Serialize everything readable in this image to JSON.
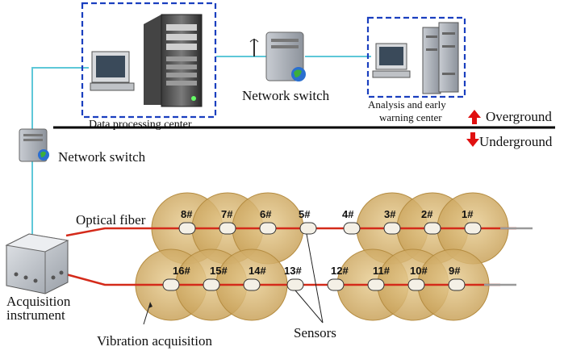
{
  "labels": {
    "data_processing_center": "Data processing center",
    "network_switch_top": "Network switch",
    "analysis_line1": "Analysis and early",
    "analysis_line2": "warning center",
    "overground": "Overground",
    "underground": "Underground",
    "network_switch_left": "Network switch",
    "optical_fiber": "Optical fiber",
    "acquisition_line1": "Acquisition",
    "acquisition_line2": "instrument",
    "vibration_acquisition": "Vibration acquisition",
    "sensors": "Sensors"
  },
  "sensors_top": [
    "8#",
    "7#",
    "6#",
    "5#",
    "4#",
    "3#",
    "2#",
    "1#"
  ],
  "sensors_bottom": [
    "16#",
    "15#",
    "14#",
    "13#",
    "12#",
    "11#",
    "10#",
    "9#"
  ],
  "colors": {
    "zone_fill": "#d9b46a",
    "fiber": "#d42a1a",
    "network_line": "#5ec8d8",
    "dashed_box": "#1a3fbf",
    "arrow_red": "#e01010"
  }
}
